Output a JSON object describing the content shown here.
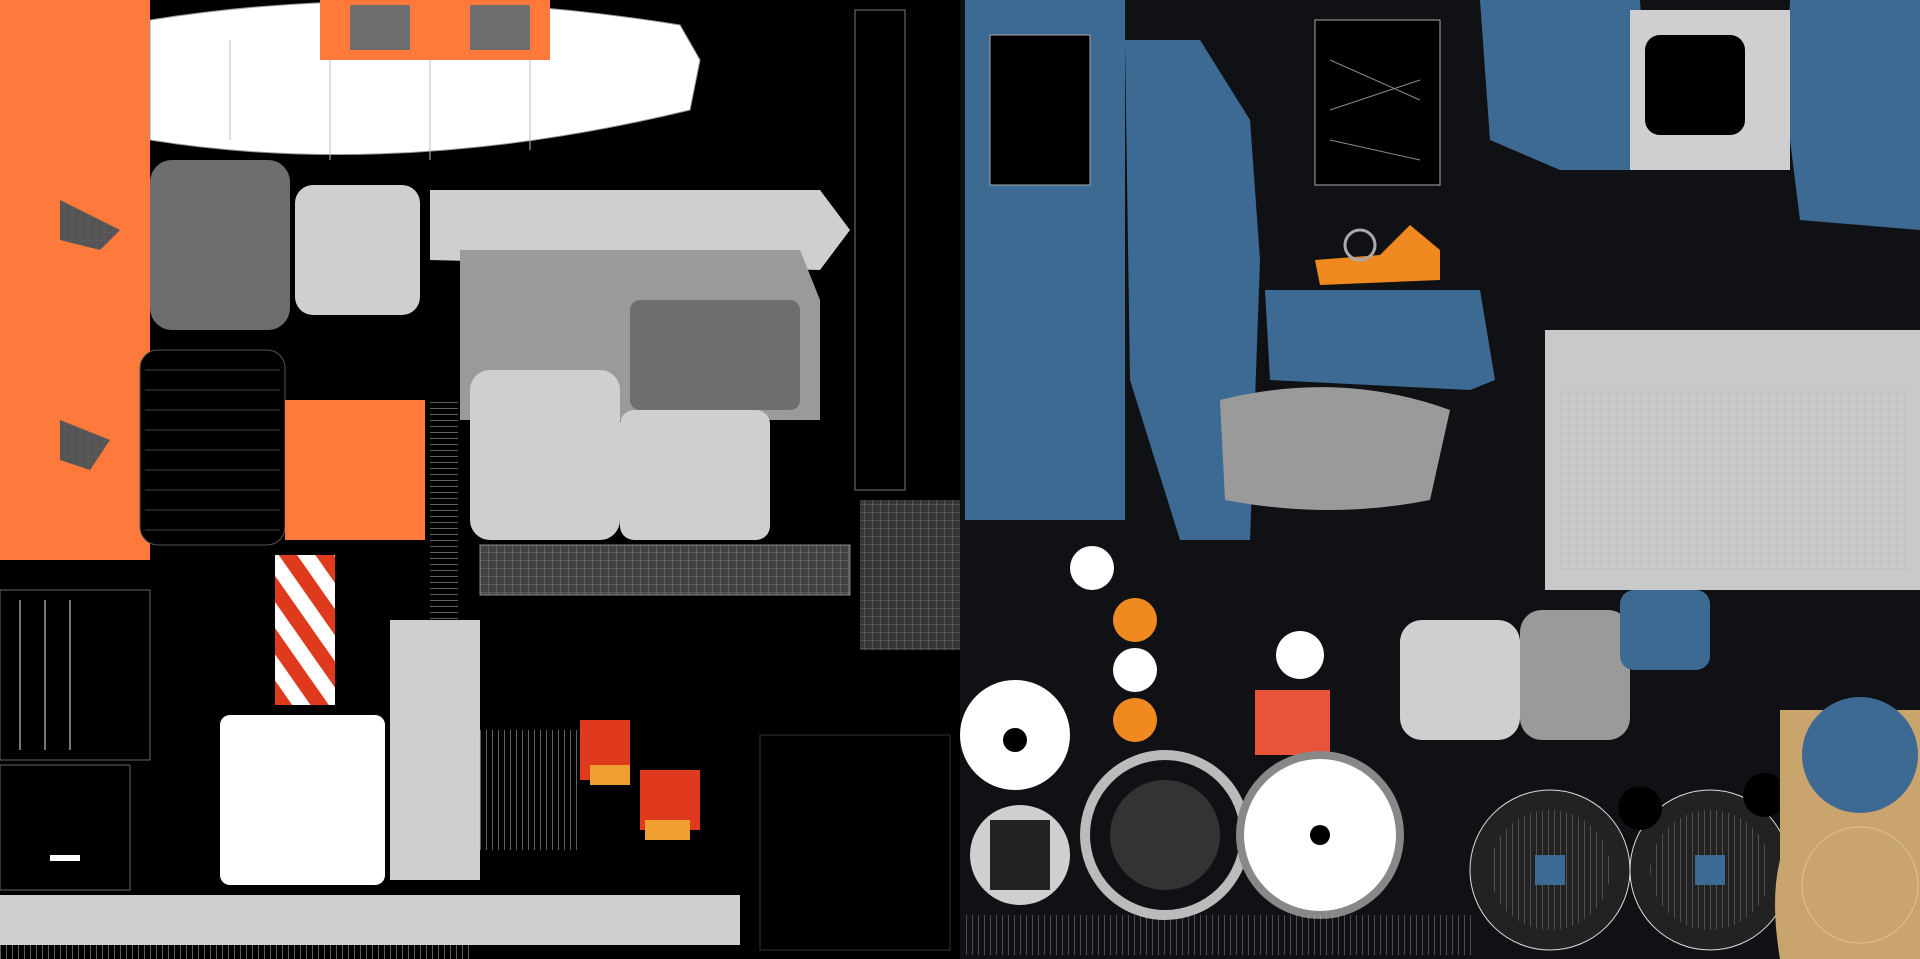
{
  "image": {
    "kind": "uv-texture-atlas",
    "panels": [
      {
        "name": "left-atlas",
        "background": "#000000"
      },
      {
        "name": "right-atlas",
        "background": "#101114"
      }
    ]
  },
  "palette": {
    "orange": "#ff7a3a",
    "blue": "#3d6a93",
    "dark_blue": "#2c4e6d",
    "white": "#ffffff",
    "light_gray": "#cfcfcf",
    "mid_gray": "#9a9a9a",
    "dark_gray": "#6e6e6e",
    "black": "#000000",
    "red": "#e03a1e",
    "amber": "#f0a030",
    "tan": "#c9a46c",
    "wire": "#bfbfbf"
  },
  "icons": [
    "hazard-stripe-icon",
    "wheel-icon",
    "brush-wheel-icon",
    "gear-icon"
  ]
}
